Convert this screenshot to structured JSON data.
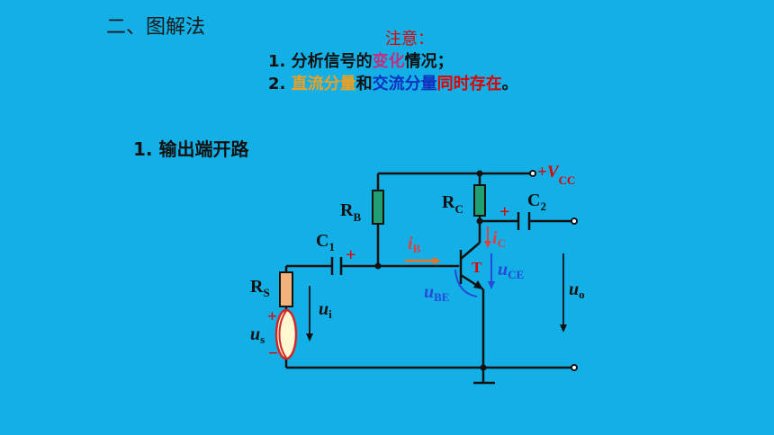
{
  "title": "二、图解法",
  "note": {
    "heading": "注意：",
    "line1": {
      "prefix": "1. 分析信号的",
      "highlight": "变化",
      "suffix": "情况；"
    },
    "line2": {
      "prefix": "2. ",
      "dc": "直流分量",
      "and": "和",
      "ac": "交流分量",
      "coexist": "同时存在",
      "end": "。"
    }
  },
  "subtitle": "1.  输出端开路",
  "colors": {
    "background": "#12b0e6",
    "note_red": "#e00000",
    "dc_orange": "#f0a020",
    "ac_blue": "#1030c0",
    "resistor_green": "#1ea070",
    "resistor_orange": "#f2b27a",
    "label_blue": "#2848d8"
  },
  "circuit": {
    "vcc": {
      "sign": "+",
      "v": "V",
      "sub": "CC"
    },
    "rb": {
      "main": "R",
      "sub": "B"
    },
    "rc": {
      "main": "R",
      "sub": "C"
    },
    "c1": {
      "main": "C",
      "sub": "1"
    },
    "c2": {
      "main": "C",
      "sub": "2"
    },
    "c1_plus": "+",
    "c2_plus": "+",
    "ib": {
      "main": "i",
      "sub": "B"
    },
    "ic": {
      "main": "i",
      "sub": "C"
    },
    "transistor": "T",
    "uce": {
      "main": "u",
      "sub": "CE"
    },
    "ube": {
      "main": "u",
      "sub": "BE"
    },
    "rs": {
      "main": "R",
      "sub": "S"
    },
    "ui": {
      "main": "u",
      "sub": "i"
    },
    "us": {
      "main": "u",
      "sub": "s"
    },
    "us_plus": "+",
    "us_minus": "−",
    "uo": {
      "main": "u",
      "sub": "o"
    }
  }
}
